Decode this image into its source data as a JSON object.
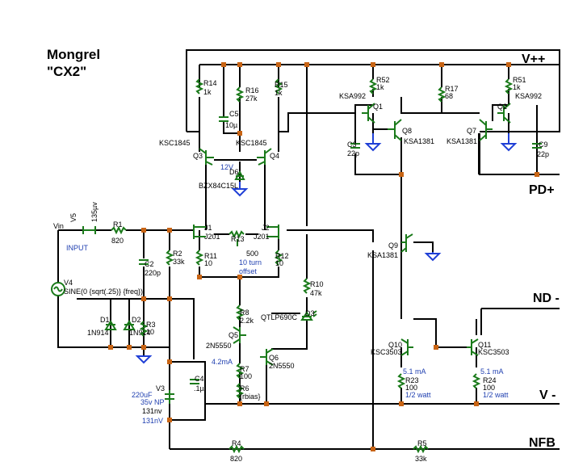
{
  "title": {
    "line1": "Mongrel",
    "line2": "\"CX2\""
  },
  "rails": {
    "vpp": "V++",
    "pdp": "PD+",
    "ndm": "ND -",
    "vm": "V -",
    "nfb": "NFB"
  },
  "labels": {
    "R14": "R14",
    "R14v": "1k",
    "R16": "R16",
    "R16v": "27k",
    "R15": "R15",
    "R15v": "1k",
    "C5": "C5",
    "C5v": "10µ",
    "R52": "R52",
    "R52v": "1k",
    "R17": "R17",
    "R17v": "68",
    "R51": "R51",
    "R51v": "1k",
    "Q1": "Q1",
    "Q1t": "KSA992",
    "Q2": "Q2",
    "Q2t": "KSA992",
    "Q3": "Q3",
    "Q3t": "KSC1845",
    "Q4": "Q4",
    "Q4t": "KSC1845",
    "Q8": "Q8",
    "Q8t": "KSA1381",
    "Q7": "Q7",
    "Q7t": "KSA1381",
    "C3": "C3",
    "C3v": "22p",
    "C9": "C9",
    "C9v": "22p",
    "D6v": "12V",
    "D6": "D6",
    "D6t": "BZX84C15L",
    "V5": "V5",
    "V5v": "135µv",
    "Vin": "Vin",
    "INPUT": "INPUT",
    "R1": "R1",
    "R1v": "820",
    "J1": "J1",
    "J1t": "J201",
    "J2": "J2",
    "J2t": "J201",
    "R13": "R13",
    "R13v": "500",
    "R13n1": "10 turn",
    "R13n2": "offset",
    "R11": "R11",
    "R11v": "10",
    "R12": "R12",
    "R12v": "10",
    "R2": "R2",
    "R2v": "33k",
    "C2": "C2",
    "C2v": "220p",
    "Q9": "Q9",
    "Q9t": "KSA1381",
    "V4": "V4",
    "V4t": "SINE(0 {sqrt(.25)} {freq})",
    "R10": "R10",
    "R10v": "47k",
    "D1": "D1",
    "D1t": "1N914",
    "D2": "D2",
    "D2t": "1N914",
    "R3": "R3",
    "R3v": "10",
    "R8": "R8",
    "R8v": "2.2k",
    "D3": "D3",
    "D3t": "QTLP690C",
    "Q5": "Q5",
    "Q5t": "2N5550",
    "Q6": "Q6",
    "Q6t": "2N5550",
    "I42": "4.2mA",
    "R7": "R7",
    "R7v": "100",
    "R6": "R6",
    "R6v": "{rbias}",
    "C4": "C4",
    "C4v": ".1µ",
    "V3": "V3",
    "V3a": "220uF",
    "V3b": "35v NP",
    "V3c": "131nv",
    "V3d": "131nV",
    "Q10": "Q10",
    "Q10t": "KSC3503",
    "Q11": "Q11",
    "Q11t": "KSC3503",
    "R23": "R23",
    "R23v": "100",
    "R23i": "5.1 mA",
    "R23w": "1/2 watt",
    "R24": "R24",
    "R24v": "100",
    "R24i": "5.1 mA",
    "R24w": "1/2 watt",
    "R4": "R4",
    "R4v": "820",
    "R5": "R5",
    "R5v": "33k"
  }
}
